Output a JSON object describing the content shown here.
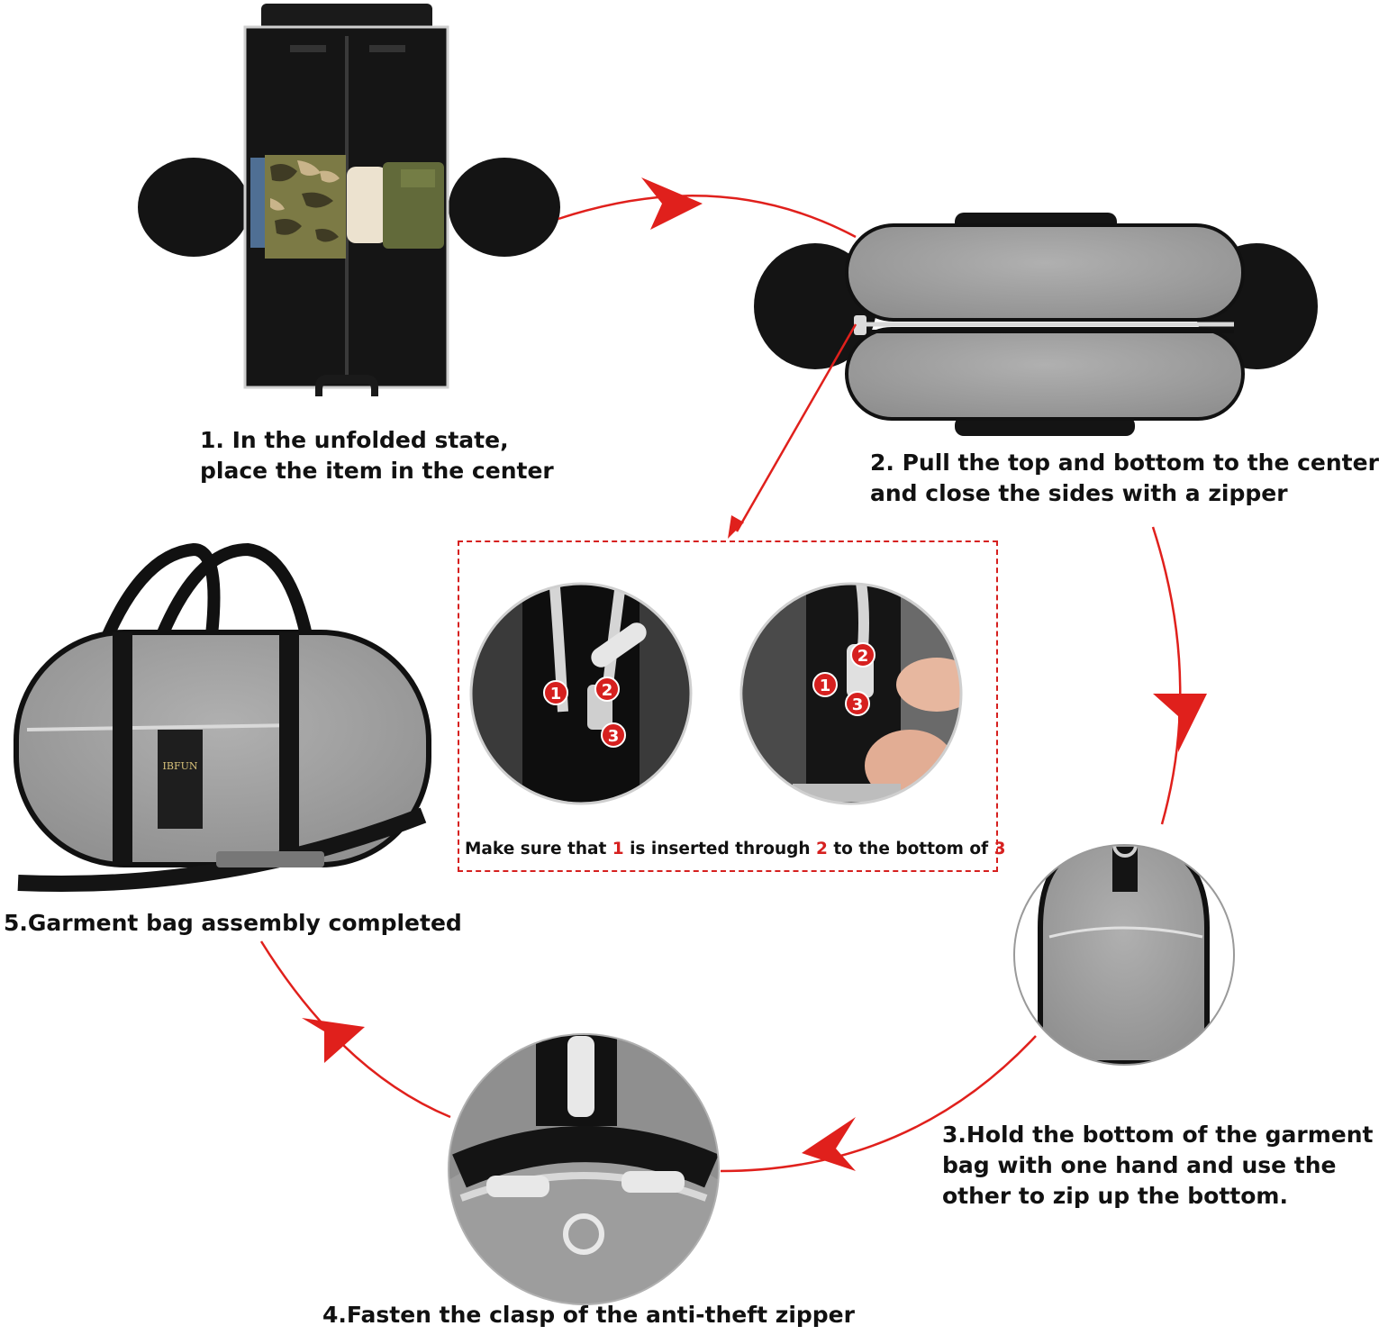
{
  "colors": {
    "arrow_red": "#e0201c",
    "bag_gray": "#9b9b9b",
    "bag_black": "#141414",
    "zipper_silver": "#d9d9d9"
  },
  "steps": {
    "step1": {
      "line1": "1. In the unfolded state,",
      "line2": "place the item in the center"
    },
    "step2": {
      "line1": "2. Pull the top and bottom to the center",
      "line2": "and close the sides with a zipper"
    },
    "step3": {
      "line1": "3.Hold the bottom of the garment",
      "line2": "bag with one hand and use the",
      "line3": "other to zip up the bottom."
    },
    "step4": {
      "line1": "4.Fasten the clasp of the anti-theft zipper"
    },
    "step5": {
      "line1": "5.Garment bag assembly completed"
    }
  },
  "zipper_note": {
    "part1": "Make sure that ",
    "num1": "1",
    "part2": " is inserted through ",
    "num2": "2",
    "part3": " to the bottom of ",
    "num3": "3"
  },
  "markers": [
    "1",
    "2",
    "3"
  ],
  "brand_tag": "IBFUN"
}
